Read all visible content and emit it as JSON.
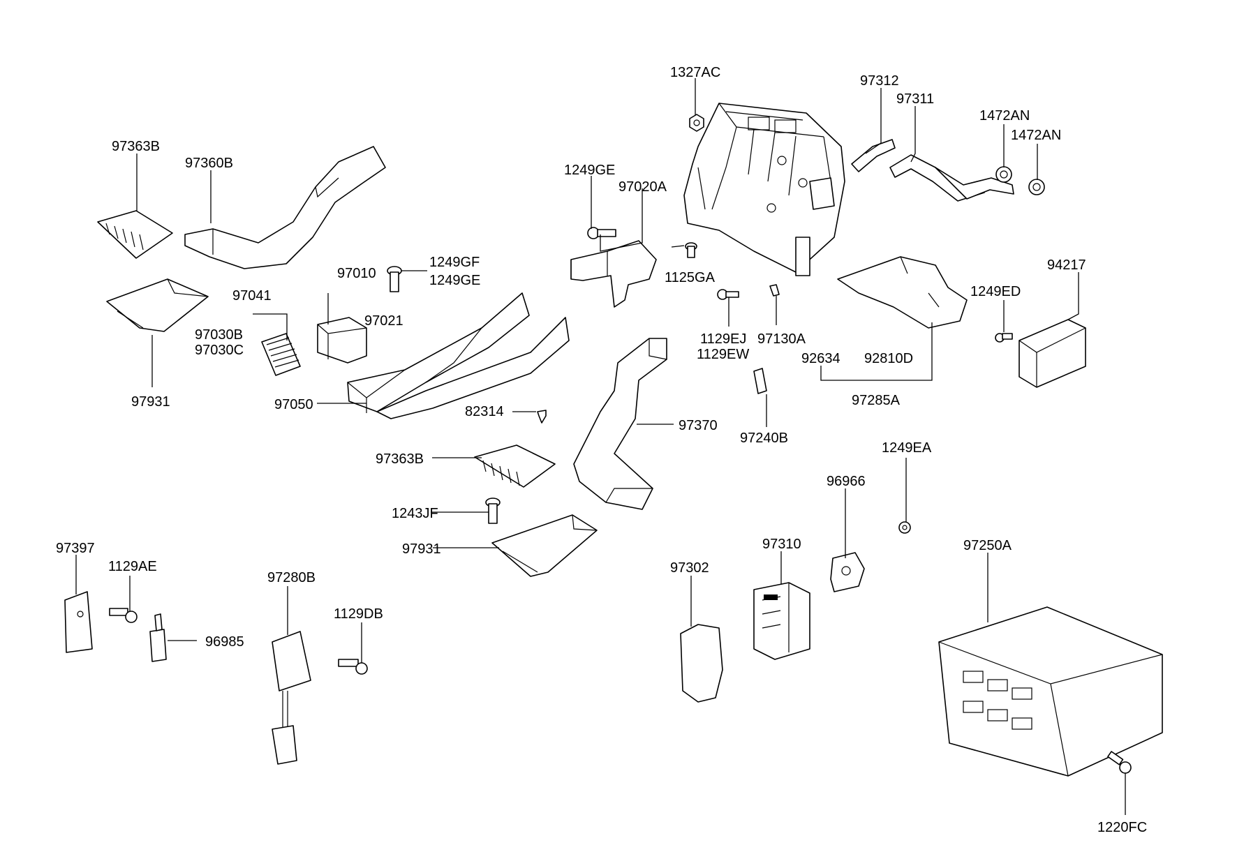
{
  "labels": {
    "l_1327AC": "1327AC",
    "l_97312": "97312",
    "l_97311": "97311",
    "l_1472AN_a": "1472AN",
    "l_1472AN_b": "1472AN",
    "l_97363B_a": "97363B",
    "l_97360B": "97360B",
    "l_1249GE_a": "1249GE",
    "l_97020A": "97020A",
    "l_1249GF": "1249GF",
    "l_1249GE_b": "1249GE",
    "l_97010": "97010",
    "l_97021": "97021",
    "l_97041": "97041",
    "l_97030B": "97030B",
    "l_97030C": "97030C",
    "l_1125GA": "1125GA",
    "l_94217": "94217",
    "l_1249ED": "1249ED",
    "l_1129EJ": "1129EJ",
    "l_1129EW": "1129EW",
    "l_97130A": "97130A",
    "l_92634": "92634",
    "l_92810D": "92810D",
    "l_97285A": "97285A",
    "l_97931_a": "97931",
    "l_97050": "97050",
    "l_82314": "82314",
    "l_97370": "97370",
    "l_97240B": "97240B",
    "l_1249EA": "1249EA",
    "l_97363B_b": "97363B",
    "l_96966": "96966",
    "l_1243JF": "1243JF",
    "l_97931_b": "97931",
    "l_97310": "97310",
    "l_97250A": "97250A",
    "l_97397": "97397",
    "l_1129AE": "1129AE",
    "l_97280B": "97280B",
    "l_97302": "97302",
    "l_1129DB": "1129DB",
    "l_96985": "96985",
    "l_1220FC": "1220FC"
  }
}
